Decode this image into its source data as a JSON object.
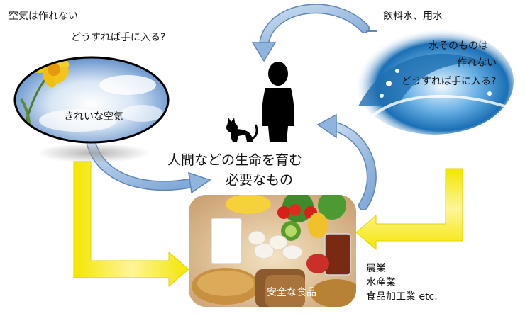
{
  "air": {
    "question_line1": "空気は作れない",
    "question_line2": "どうすれば手に入る?",
    "image_caption": "きれいな空気"
  },
  "water": {
    "title": "飲料水、用水",
    "question_line1": "水そのものは",
    "question_line2": "作れない",
    "question_line3": "どうすれば手に入る?"
  },
  "center": {
    "line1": "人間などの生命を育む",
    "line2": "必要なもの"
  },
  "food": {
    "image_caption": "安全な食品",
    "industries": [
      "農業",
      "水産業",
      "食品加工業 etc."
    ]
  },
  "colors": {
    "yellow_arrow": "#f8e81c",
    "blue_arrow": "#8fb4dd",
    "blue_arrow_edge": "#5f87b8",
    "silhouette": "#000000"
  },
  "icons": [
    "flower-sky-photo",
    "person-icon",
    "cat-icon",
    "water-splash-photo",
    "food-photo"
  ]
}
